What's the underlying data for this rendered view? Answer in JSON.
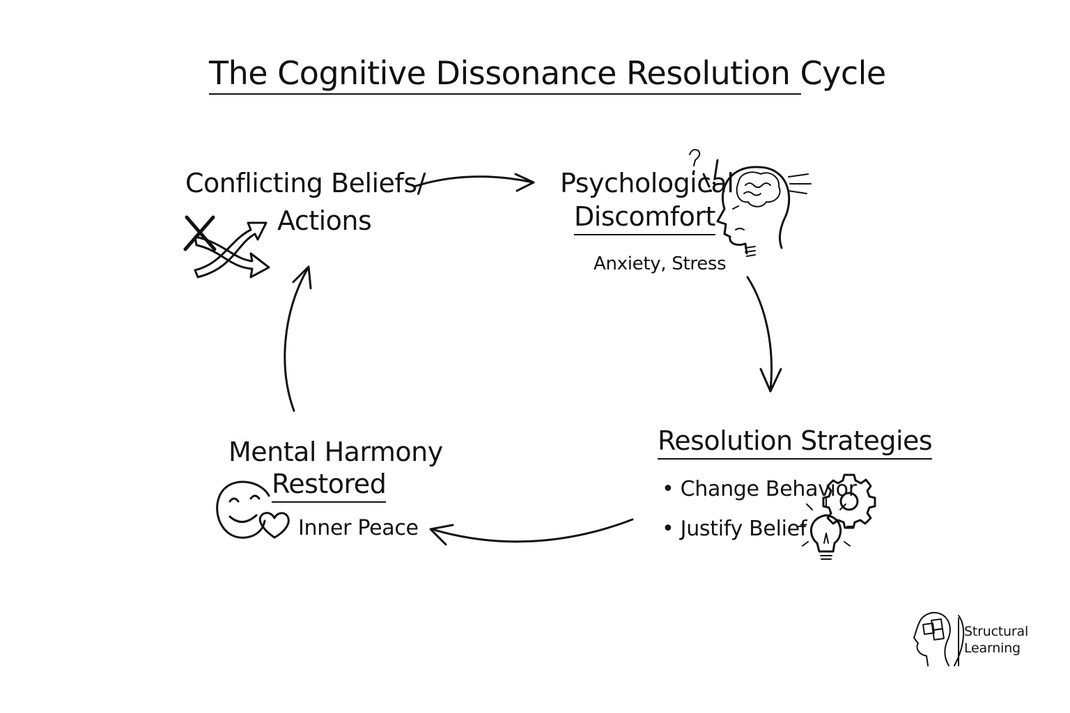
{
  "title": "The Cognitive Dissonance  Resolution Cycle",
  "nodes": {
    "conflicting": {
      "line1": "Conflicting Beliefs/",
      "line2": "Actions"
    },
    "discomfort": {
      "line1": "Psychological",
      "line2": "Discomfort",
      "caption": "Anxiety, Stress"
    },
    "strategies": {
      "heading": "Resolution Strategies",
      "items": [
        "Change Behavior",
        "Justify Belief"
      ]
    },
    "harmony": {
      "line1": "Mental Harmony",
      "line2": "Restored",
      "caption": "Inner Peace"
    }
  },
  "brand": {
    "line1": "Structural",
    "line2": "Learning"
  },
  "icons": {
    "conflicting": "crossing-arrows-icon",
    "discomfort": "confused-head-icon",
    "behavior": "gear-icon",
    "belief": "lightbulb-icon",
    "harmony": "smiley-heart-icon",
    "brand": "head-puzzle-icon"
  }
}
